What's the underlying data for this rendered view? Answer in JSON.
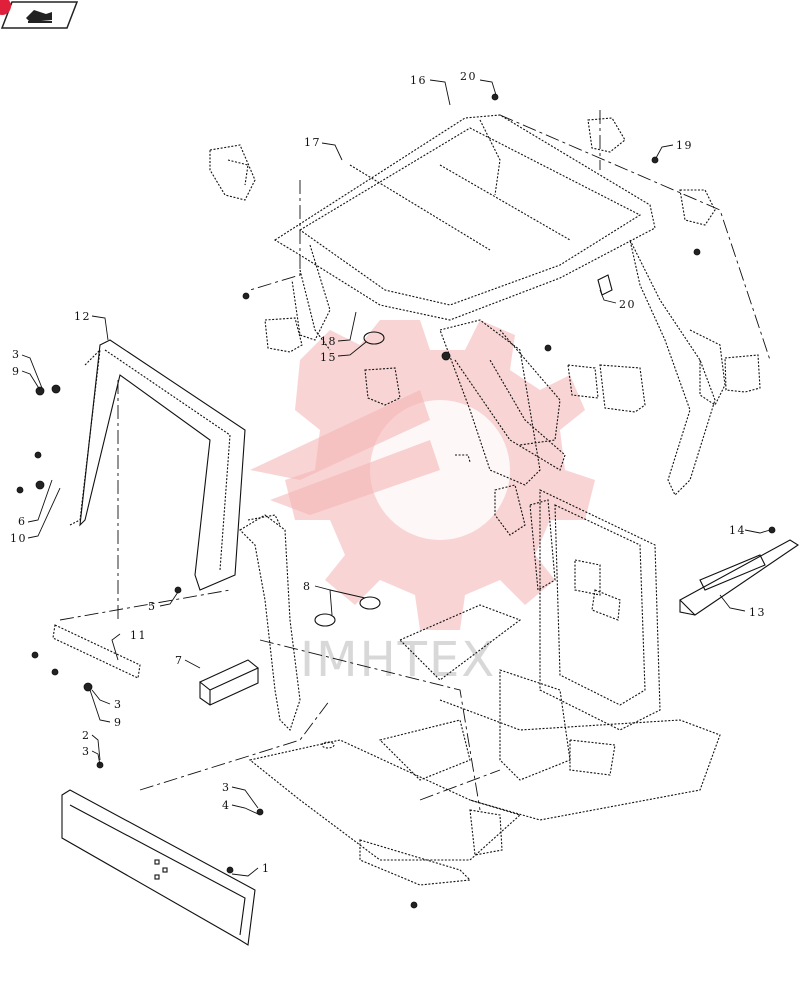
{
  "nav": {
    "icon": "return-arrow-icon"
  },
  "watermark": {
    "text": "IMHTEX",
    "logo": "gear-logo"
  },
  "callouts": [
    {
      "id": "c16",
      "label": "16"
    },
    {
      "id": "c20a",
      "label": "20"
    },
    {
      "id": "c17",
      "label": "17"
    },
    {
      "id": "c19",
      "label": "19"
    },
    {
      "id": "c20b",
      "label": "20"
    },
    {
      "id": "c12",
      "label": "12"
    },
    {
      "id": "c18",
      "label": "18"
    },
    {
      "id": "c15",
      "label": "15"
    },
    {
      "id": "c3a",
      "label": "3"
    },
    {
      "id": "c9a",
      "label": "9"
    },
    {
      "id": "c6",
      "label": "6"
    },
    {
      "id": "c10",
      "label": "10"
    },
    {
      "id": "c5",
      "label": "5"
    },
    {
      "id": "c8",
      "label": "8"
    },
    {
      "id": "c14",
      "label": "14"
    },
    {
      "id": "c13",
      "label": "13"
    },
    {
      "id": "c11",
      "label": "11"
    },
    {
      "id": "c7",
      "label": "7"
    },
    {
      "id": "c3b",
      "label": "3"
    },
    {
      "id": "c9b",
      "label": "9"
    },
    {
      "id": "c2",
      "label": "2"
    },
    {
      "id": "c3c",
      "label": "3"
    },
    {
      "id": "c3d",
      "label": "3"
    },
    {
      "id": "c4",
      "label": "4"
    },
    {
      "id": "c1",
      "label": "1"
    }
  ]
}
